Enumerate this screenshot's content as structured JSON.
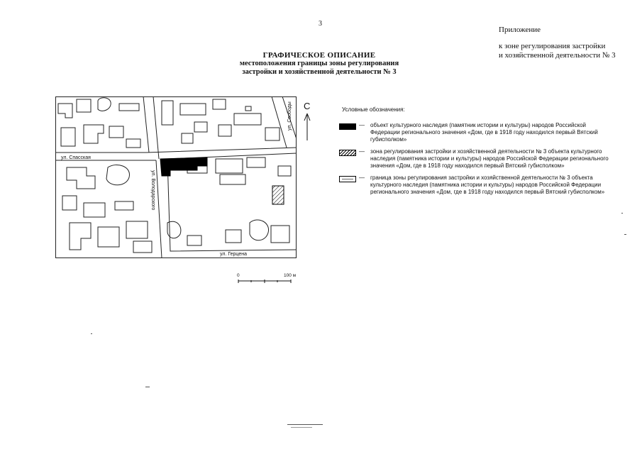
{
  "page_number": "3",
  "appendix": {
    "heading": "Приложение",
    "line1": "к зоне регулирования застройки",
    "line2": "и хозяйственной деятельности № 3"
  },
  "title": {
    "line1": "ГРАФИЧЕСКОЕ ОПИСАНИЕ",
    "line2": "местоположения границы зоны регулирования",
    "line3": "застройки и хозяйственной деятельности № 3"
  },
  "map": {
    "streets": {
      "spasskaya": "ул. Спасская",
      "volodarskogo": "ул. Володарского",
      "svobody": "ул. Свободы",
      "gertsena": "ул. Герцена"
    },
    "north_label": "С",
    "scale": {
      "start": "0",
      "end": "100 м"
    }
  },
  "legend": {
    "heading": "Условные обозначения:",
    "dash": "—",
    "items": [
      {
        "text": "объект культурного наследия (памятник истории и культуры) народов Российской Федерации регионального значения «Дом, где в 1918 году находился первый Вятский губисполком»"
      },
      {
        "text": "зона регулирования застройки и хозяйственной деятельности № 3 объекта культурного наследия (памятника истории и культуры) народов Российской Федерации регионального значения «Дом, где в 1918 году находился первый Вятский губисполком»"
      },
      {
        "text": "граница зоны регулирования застройки и хозяйственной деятельности № 3 объекта культурного наследия (памятника истории и культуры) народов Российской Федерации регионального значения «Дом, где в 1918 году находился первый Вятский губисполком»"
      }
    ]
  }
}
